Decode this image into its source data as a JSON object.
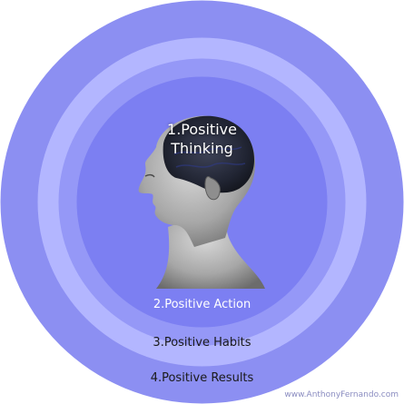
{
  "diagram": {
    "levels": [
      {
        "label": "1.Positive\nThinking",
        "line1": "1.Positive",
        "line2": "Thinking"
      },
      {
        "label": "2.Positive Action"
      },
      {
        "label": "3.Positive Habits"
      },
      {
        "label": "4.Positive Results"
      }
    ],
    "colors": {
      "outer_ring": "#8c8ff2",
      "ring_3": "#b3b6ff",
      "ring_2": "#9598f7",
      "inner_circle": "#7c7ff2"
    },
    "watermark": "www.AnthonyFernando.com"
  }
}
